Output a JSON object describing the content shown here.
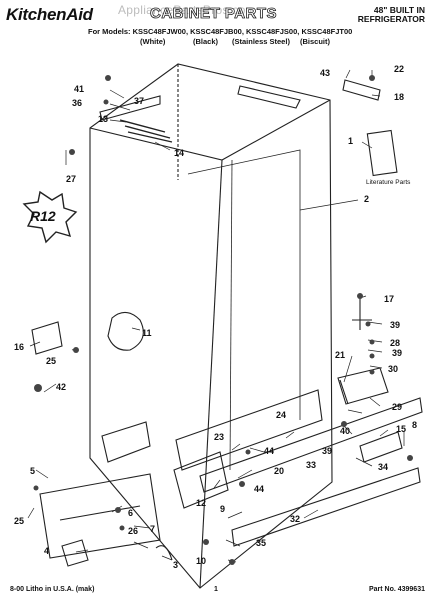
{
  "header": {
    "brand": "KitchenAid",
    "title": "CABINET PARTS",
    "watermark": "AppliancePartsPros.com",
    "product_line1": "48\" BUILT IN",
    "product_line2": "REFRIGERATOR",
    "models_prefix": "For Models:",
    "models": [
      "KSSC48FJW00",
      "KSSC48FJB00",
      "KSSC48FJS00",
      "KSSC48FJT00"
    ],
    "colors": [
      "(White)",
      "(Black)",
      "(Stainless Steel)",
      "(Biscuit)"
    ]
  },
  "diagram": {
    "badge_text": "R12",
    "literature_label": "Literature Parts",
    "callouts": [
      "1",
      "2",
      "3",
      "4",
      "5",
      "6",
      "7",
      "8",
      "9",
      "10",
      "11",
      "12",
      "13",
      "14",
      "15",
      "16",
      "17",
      "18",
      "20",
      "21",
      "22",
      "23",
      "24",
      "25",
      "25",
      "26",
      "27",
      "28",
      "29",
      "30",
      "32",
      "33",
      "34",
      "35",
      "36",
      "37",
      "39",
      "39",
      "39",
      "40",
      "41",
      "42",
      "43",
      "44",
      "44"
    ]
  },
  "footer": {
    "left": "8-00 Litho in U.S.A. (mak)",
    "center": "1",
    "right": "Part No. 4399631"
  }
}
